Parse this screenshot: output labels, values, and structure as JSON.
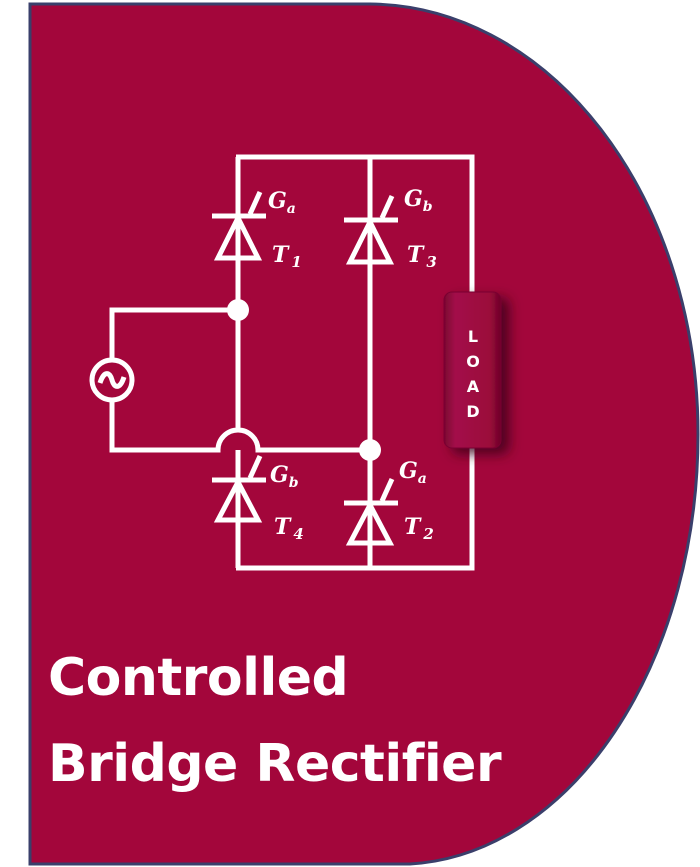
{
  "title": {
    "line1": "Controlled",
    "line2": "Bridge Rectifier"
  },
  "load_label": "LOAD",
  "thyristors": [
    {
      "name": "T",
      "sub": "1",
      "gate": "G",
      "gate_sub": "a"
    },
    {
      "name": "T",
      "sub": "3",
      "gate": "G",
      "gate_sub": "b"
    },
    {
      "name": "T",
      "sub": "4",
      "gate": "G",
      "gate_sub": "b"
    },
    {
      "name": "T",
      "sub": "2",
      "gate": "G",
      "gate_sub": "a"
    }
  ],
  "colors": {
    "background": "#a3063b",
    "border": "#3a3f6b",
    "wire": "#ffffff",
    "load": "#9b0a3a"
  }
}
